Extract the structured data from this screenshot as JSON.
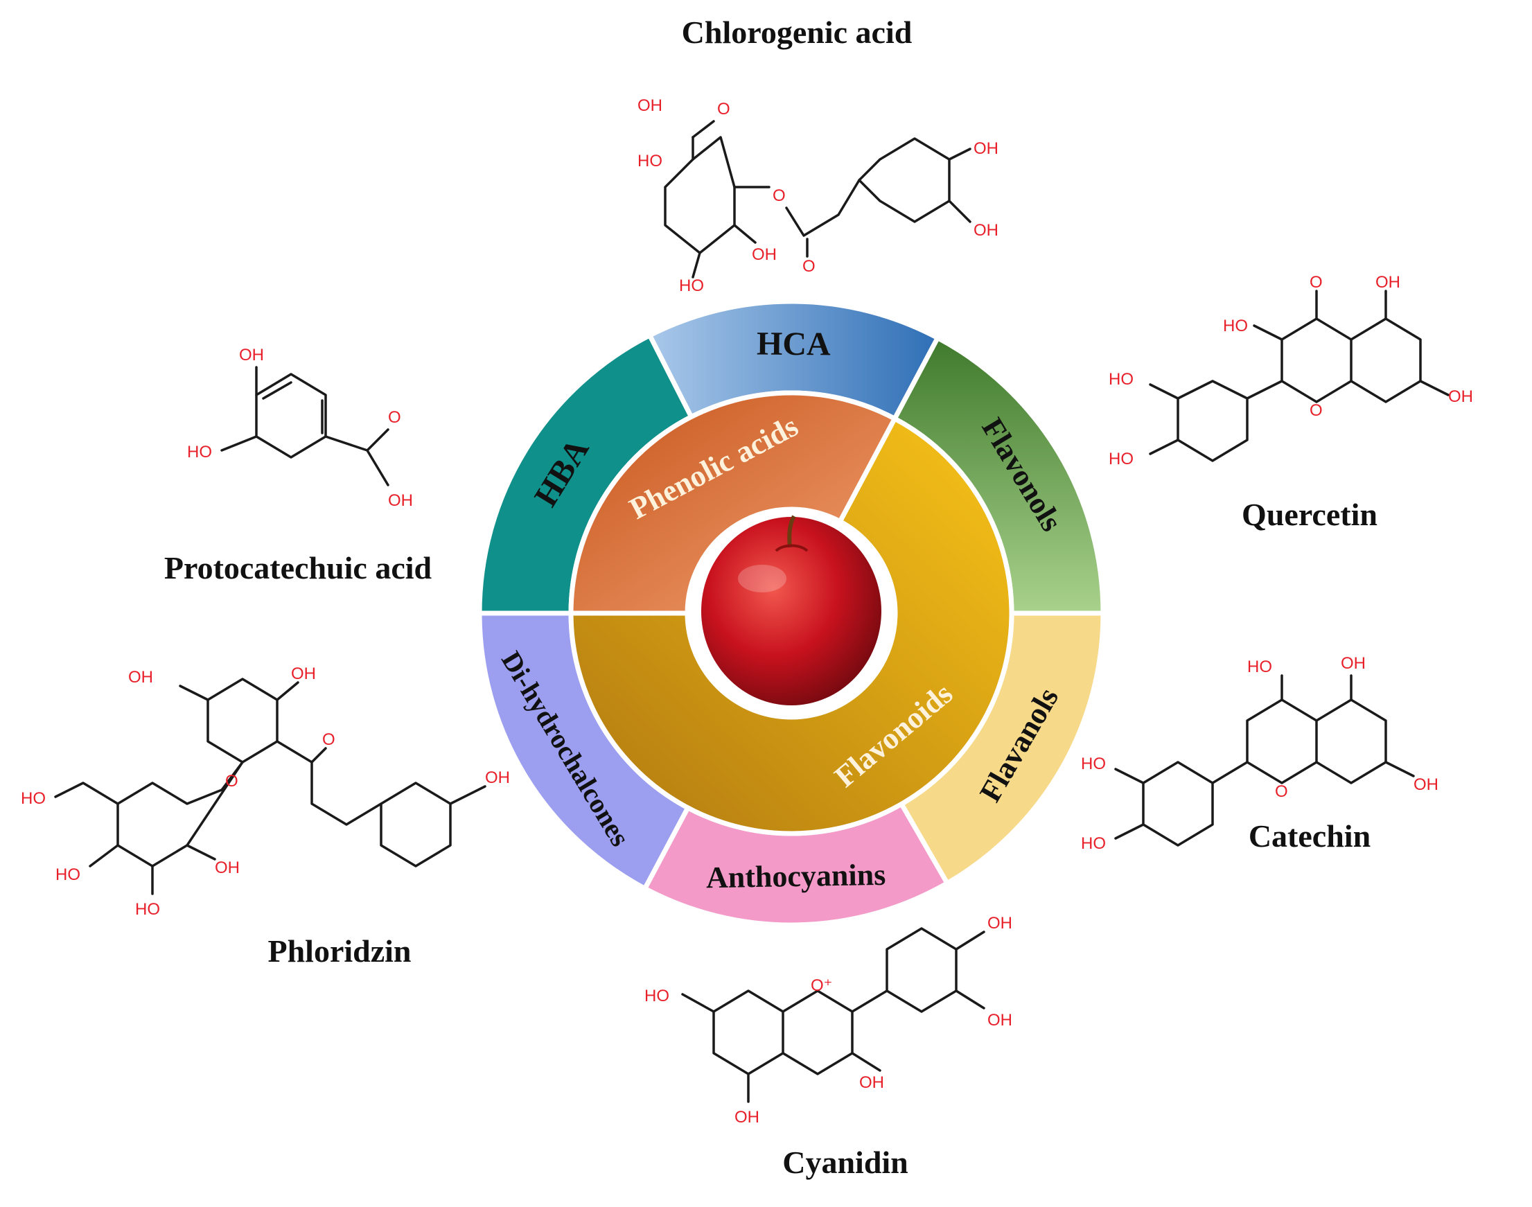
{
  "wheel": {
    "center": "apple",
    "inner": [
      {
        "id": "phenolic",
        "label": "Phenolic acids",
        "color": "#d9762e"
      },
      {
        "id": "flavonoids",
        "label": "Flavonoids",
        "color": "#e9b010"
      }
    ],
    "outer": [
      {
        "id": "hca",
        "label": "HCA",
        "color": "#5d94cc"
      },
      {
        "id": "hba",
        "label": "HBA",
        "color": "#10908a"
      },
      {
        "id": "flavonols",
        "label": "Flavonols",
        "color": "#5f9e45"
      },
      {
        "id": "flavanols",
        "label": "Flavanols",
        "color": "#f7d98a"
      },
      {
        "id": "anthocyanins",
        "label": "Anthocyanins",
        "color": "#f39ac8"
      },
      {
        "id": "dihydrochalcones",
        "label": "Di-hydrochalcones",
        "color": "#9c9ef0"
      }
    ]
  },
  "compounds": {
    "chlorogenic": "Chlorogenic acid",
    "protocatechuic": "Protocatechuic acid",
    "quercetin": "Quercetin",
    "catechin": "Catechin",
    "phloridzin": "Phloridzin",
    "cyanidin": "Cyanidin"
  },
  "atoms": {
    "oh": "OH",
    "ho": "HO",
    "o": "O",
    "o_plus": "O⁺"
  },
  "icons": [
    "apple-icon"
  ]
}
